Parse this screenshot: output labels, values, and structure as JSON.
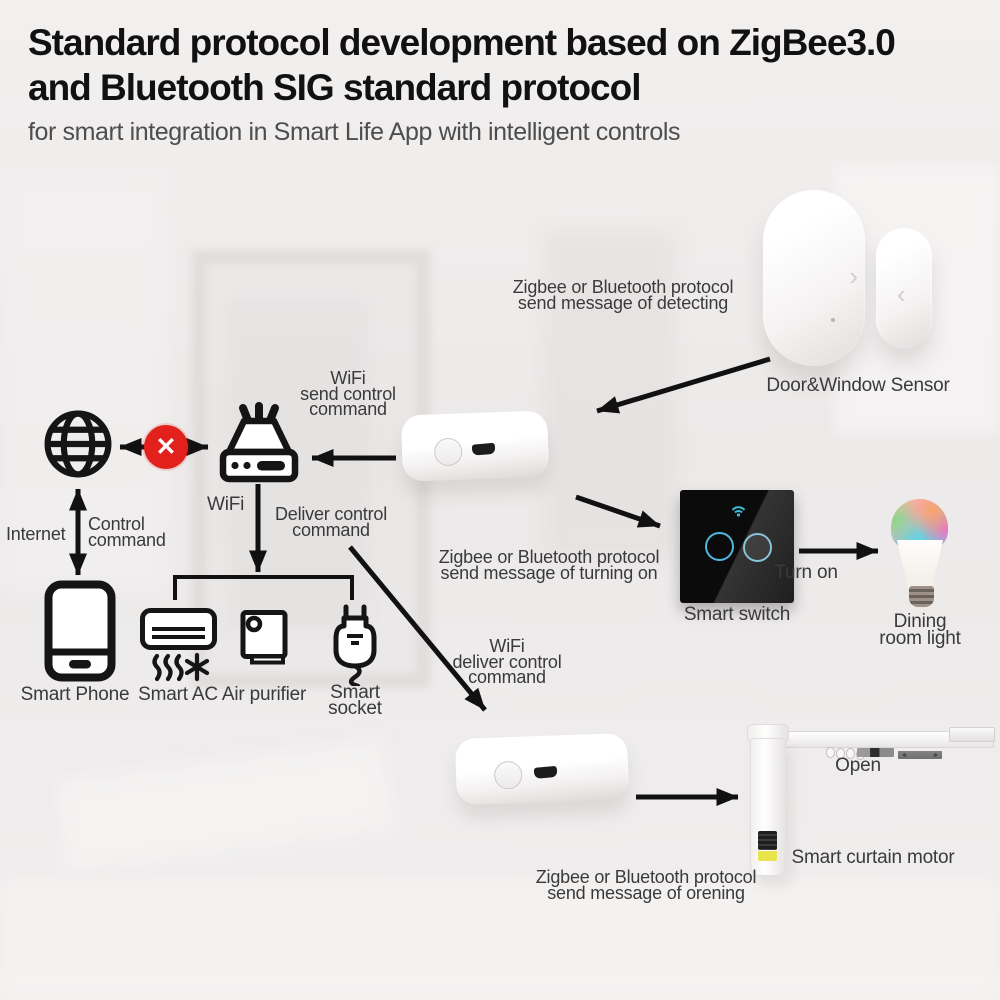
{
  "header": {
    "title_line1": "Standard protocol development based on ZigBee3.0",
    "title_line2": "and Bluetooth SIG standard protocol",
    "subtitle": "for smart integration in Smart Life App with intelligent controls"
  },
  "network": {
    "internet_label": "Internet",
    "control_command": [
      "Control",
      "command"
    ],
    "router_label": "WiFi",
    "wifi_send_command": [
      "WiFi",
      "send control",
      "command"
    ],
    "deliver_command": [
      "Deliver control",
      "command"
    ],
    "wifi_deliver_command": [
      "WiFi",
      "deliver control",
      "command"
    ]
  },
  "messages": {
    "detecting": [
      "Zigbee or Bluetooth protocol",
      "send message of detecting"
    ],
    "turning_on": [
      "Zigbee or Bluetooth protocol",
      "send message of turning on"
    ],
    "opening": [
      "Zigbee or Bluetooth protocol",
      "send message of orening"
    ]
  },
  "devices": {
    "door_sensor": "Door&Window Sensor",
    "smart_phone": "Smart Phone",
    "smart_ac": "Smart AC",
    "air_purifier": "Air purifier",
    "smart_socket": [
      "Smart",
      "socket"
    ],
    "smart_switch": "Smart switch",
    "dining_light": [
      "Dining",
      "room light"
    ],
    "curtain_motor": "Smart curtain motor"
  },
  "actions": {
    "turn_on": "Turn on",
    "open": "Open"
  },
  "icons": {
    "blocked_x": "✕",
    "chevron_right": "›",
    "chevron_left": "‹"
  },
  "colors": {
    "blocked_badge": "#e2211c",
    "switch_ring": "#4db8dc",
    "curtain_band": "#e8e44c",
    "arrow": "#111111",
    "label_text": "#3a3a3a"
  }
}
